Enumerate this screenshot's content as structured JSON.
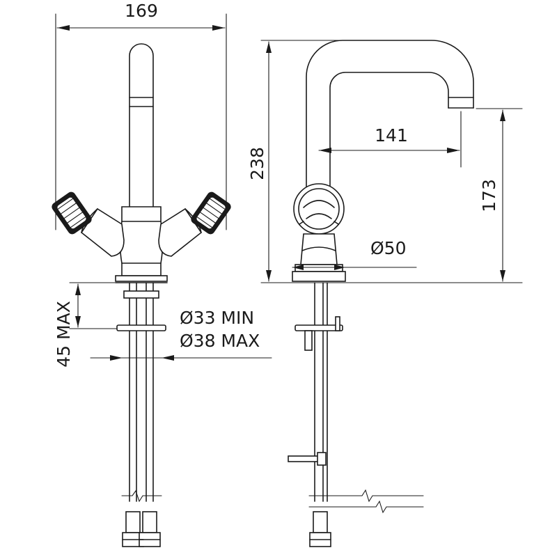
{
  "dimensions": {
    "front_width": "169",
    "side_height_total": "238",
    "spout_reach": "141",
    "spout_height": "173",
    "base_diameter": "Ø50",
    "deck_thickness_max": "45 MAX",
    "hole_min": "Ø33  MIN",
    "hole_max": "Ø38 MAX"
  },
  "colors": {
    "line": "#1a1a1a",
    "background": "#ffffff"
  }
}
